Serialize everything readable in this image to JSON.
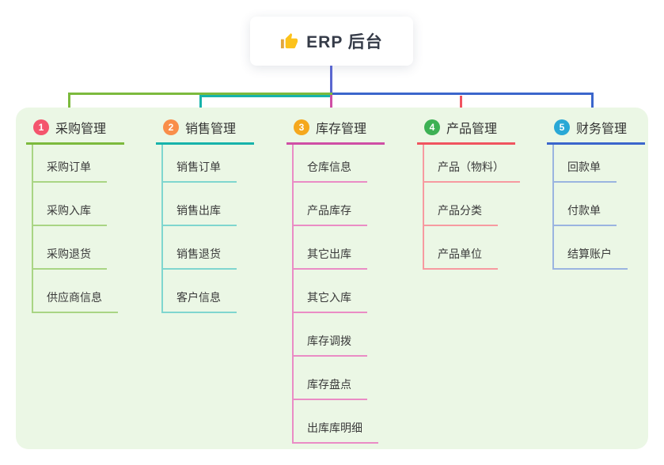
{
  "root": {
    "label": "ERP 后台",
    "icon": "thumbs-up-icon",
    "line_color": "#5a67d0"
  },
  "panel": {
    "background": "#ebf7e5"
  },
  "branches": [
    {
      "number": "1",
      "label": "采购管理",
      "badge_color": "#f4556d",
      "line_color": "#7cba3d",
      "child_line_color": "#a9d584",
      "children": [
        "采购订单",
        "采购入库",
        "采购退货",
        "供应商信息"
      ]
    },
    {
      "number": "2",
      "label": "销售管理",
      "badge_color": "#f98e4a",
      "line_color": "#17b3ab",
      "child_line_color": "#7fd6cf",
      "children": [
        "销售订单",
        "销售出库",
        "销售退货",
        "客户信息"
      ]
    },
    {
      "number": "3",
      "label": "库存管理",
      "badge_color": "#f5a81d",
      "line_color": "#cf4fa5",
      "child_line_color": "#ea8cc5",
      "children": [
        "仓库信息",
        "产品库存",
        "其它出库",
        "其它入库",
        "库存调拨",
        "库存盘点",
        "出库库明细"
      ]
    },
    {
      "number": "4",
      "label": "产品管理",
      "badge_color": "#3db154",
      "line_color": "#f0545f",
      "child_line_color": "#f79aa0",
      "children": [
        "产品（物料）",
        "产品分类",
        "产品单位"
      ]
    },
    {
      "number": "5",
      "label": "财务管理",
      "badge_color": "#29a8d6",
      "line_color": "#3b66cc",
      "child_line_color": "#9ab4e0",
      "children": [
        "回款单",
        "付款单",
        "结算账户"
      ]
    }
  ]
}
